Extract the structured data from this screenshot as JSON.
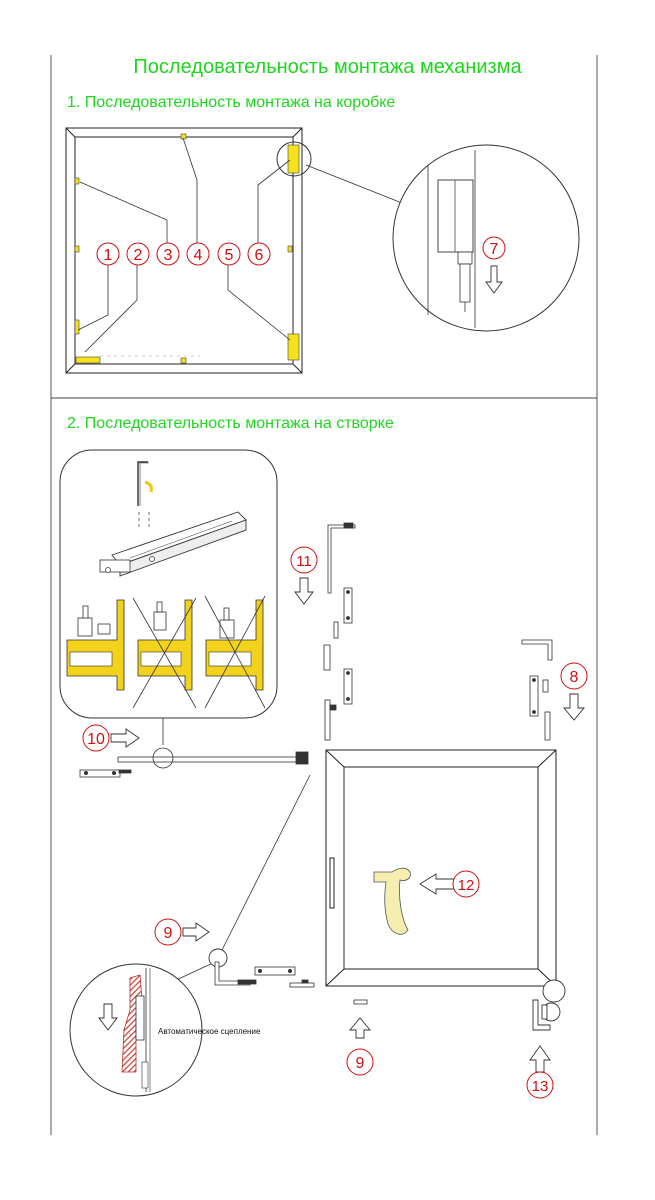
{
  "title": "Последовательность монтажа механизма",
  "section1": {
    "heading": "1. Последовательность монтажа на коробке",
    "step_numbers": [
      "1",
      "2",
      "3",
      "4",
      "5",
      "6",
      "7"
    ]
  },
  "section2": {
    "heading": "2. Последовательность монтажа на створке",
    "step_numbers": [
      "8",
      "9",
      "9",
      "10",
      "11",
      "12",
      "13"
    ],
    "note": "Автоматическое сцепление"
  },
  "colors": {
    "heading": "#1fd61f",
    "marker": "#d01010",
    "fitting": "#f5e21c",
    "profile": "#f2d21a",
    "lever_hatch": "#c8443a"
  }
}
